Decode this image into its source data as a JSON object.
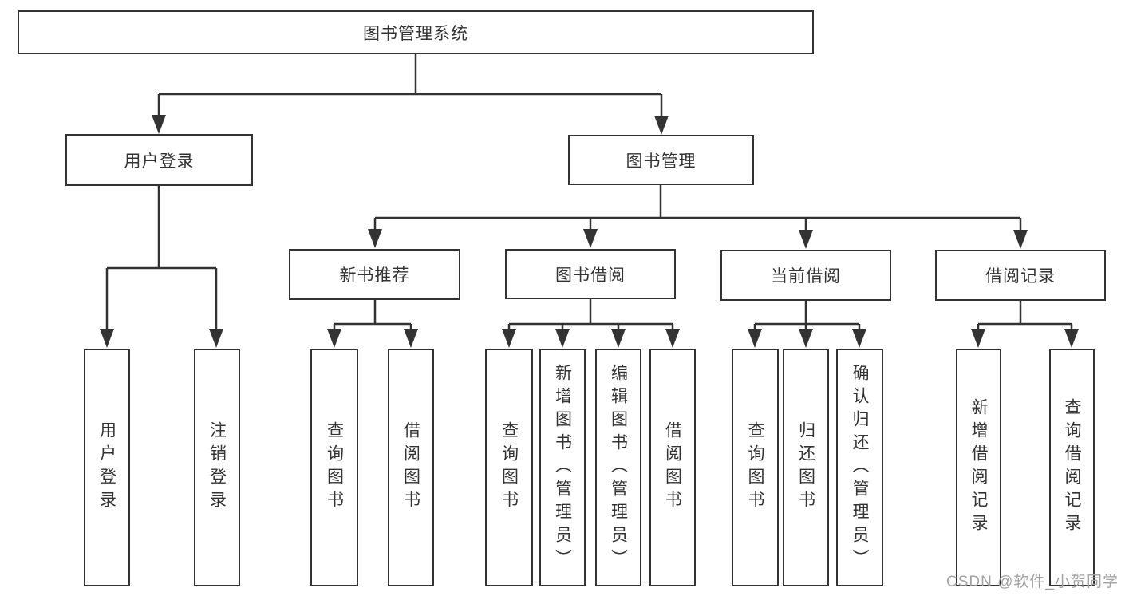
{
  "diagram": {
    "tree": {
      "root": {
        "label": "图书管理系统",
        "children": [
          {
            "label": "用户登录",
            "children": [
              {
                "label": "用户登录"
              },
              {
                "label": "注销登录"
              }
            ]
          },
          {
            "label": "图书管理",
            "children": [
              {
                "label": "新书推荐",
                "children": [
                  {
                    "label": "查询图书"
                  },
                  {
                    "label": "借阅图书"
                  }
                ]
              },
              {
                "label": "图书借阅",
                "children": [
                  {
                    "label": "查询图书"
                  },
                  {
                    "label": "新增图书（管理员）"
                  },
                  {
                    "label": "编辑图书（管理员）"
                  },
                  {
                    "label": "借阅图书"
                  }
                ]
              },
              {
                "label": "当前借阅",
                "children": [
                  {
                    "label": "查询图书"
                  },
                  {
                    "label": "归还图书"
                  },
                  {
                    "label": "确认归还（管理员）"
                  }
                ]
              },
              {
                "label": "借阅记录",
                "children": [
                  {
                    "label": "新增借阅记录"
                  },
                  {
                    "label": "查询借阅记录"
                  }
                ]
              }
            ]
          }
        ]
      }
    },
    "colors": {
      "line": "#333333",
      "text": "#333333",
      "background": "#ffffff",
      "watermark": "#a3a3a3"
    }
  },
  "watermark": {
    "text": "CSDN @软件_小贺同学"
  }
}
